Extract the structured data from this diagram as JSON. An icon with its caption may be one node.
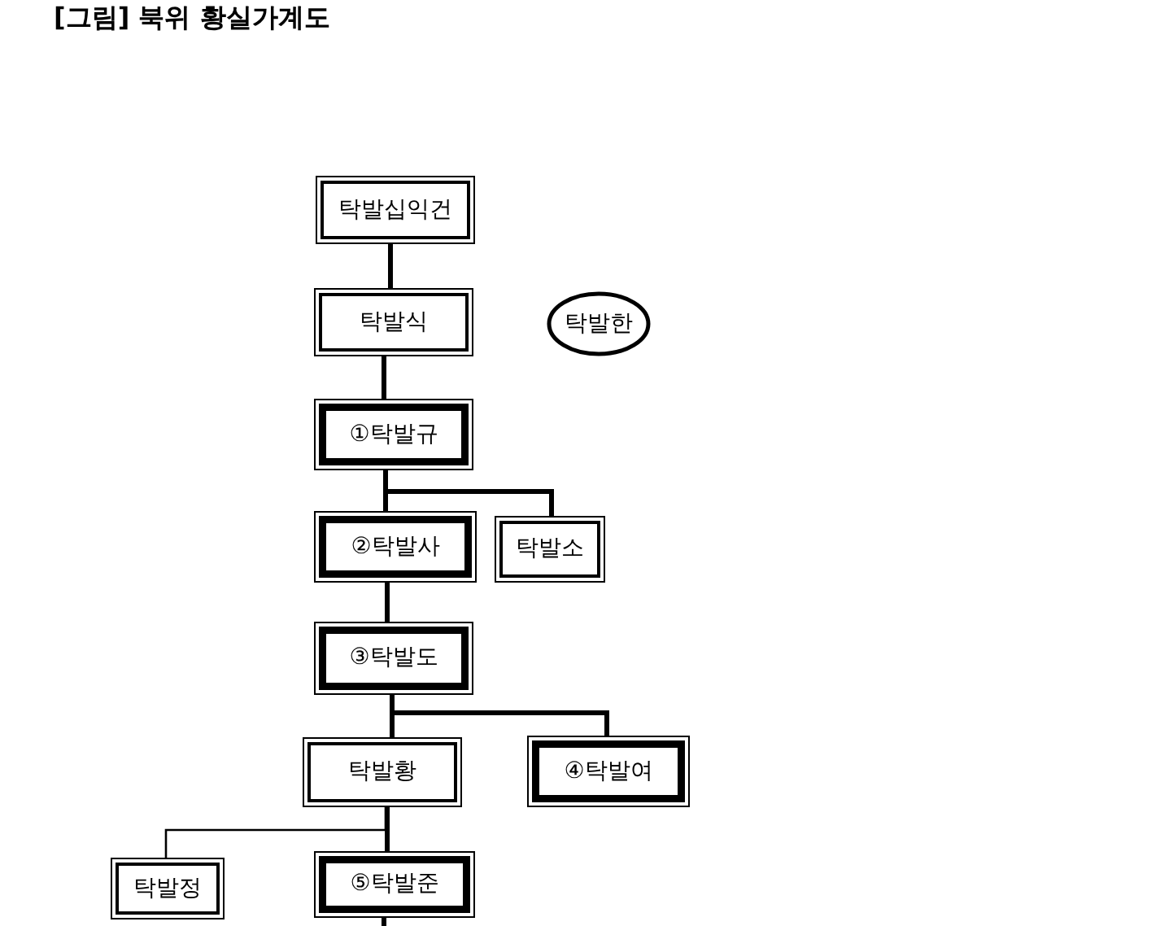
{
  "diagram": {
    "title": "[그림] 북위 황실가계도",
    "nodes": [
      {
        "text": [
          "탁발십익건"
        ]
      },
      {
        "text": [
          "탁발식"
        ]
      },
      {
        "text": [
          "탁발한"
        ]
      },
      {
        "text": [
          "①탁발규"
        ]
      },
      {
        "text": [
          "②탁발사"
        ]
      },
      {
        "text": [
          "탁발소"
        ]
      },
      {
        "text": [
          "③탁발도"
        ]
      },
      {
        "text": [
          "탁발황"
        ]
      },
      {
        "text": [
          "④탁발여"
        ]
      },
      {
        "text": [
          "탁발정"
        ]
      },
      {
        "text": [
          "⑤탁발준"
        ]
      }
    ],
    "edges": [
      {
        "from": 0,
        "to": 1,
        "arrow": "none"
      },
      {
        "from": 1,
        "to": 3,
        "arrow": "none"
      },
      {
        "from": 3,
        "to": 4,
        "arrow": "none"
      },
      {
        "from": 3,
        "to": 5,
        "arrow": "none"
      },
      {
        "from": 4,
        "to": 6,
        "arrow": "none"
      },
      {
        "from": 6,
        "to": 7,
        "arrow": "none"
      },
      {
        "from": 6,
        "to": 8,
        "arrow": "none"
      },
      {
        "from": 7,
        "to": 10,
        "arrow": "none"
      },
      {
        "from": 7,
        "to": 9,
        "arrow": "none"
      },
      {
        "from": 10,
        "to": null,
        "arrow": "none"
      }
    ]
  }
}
